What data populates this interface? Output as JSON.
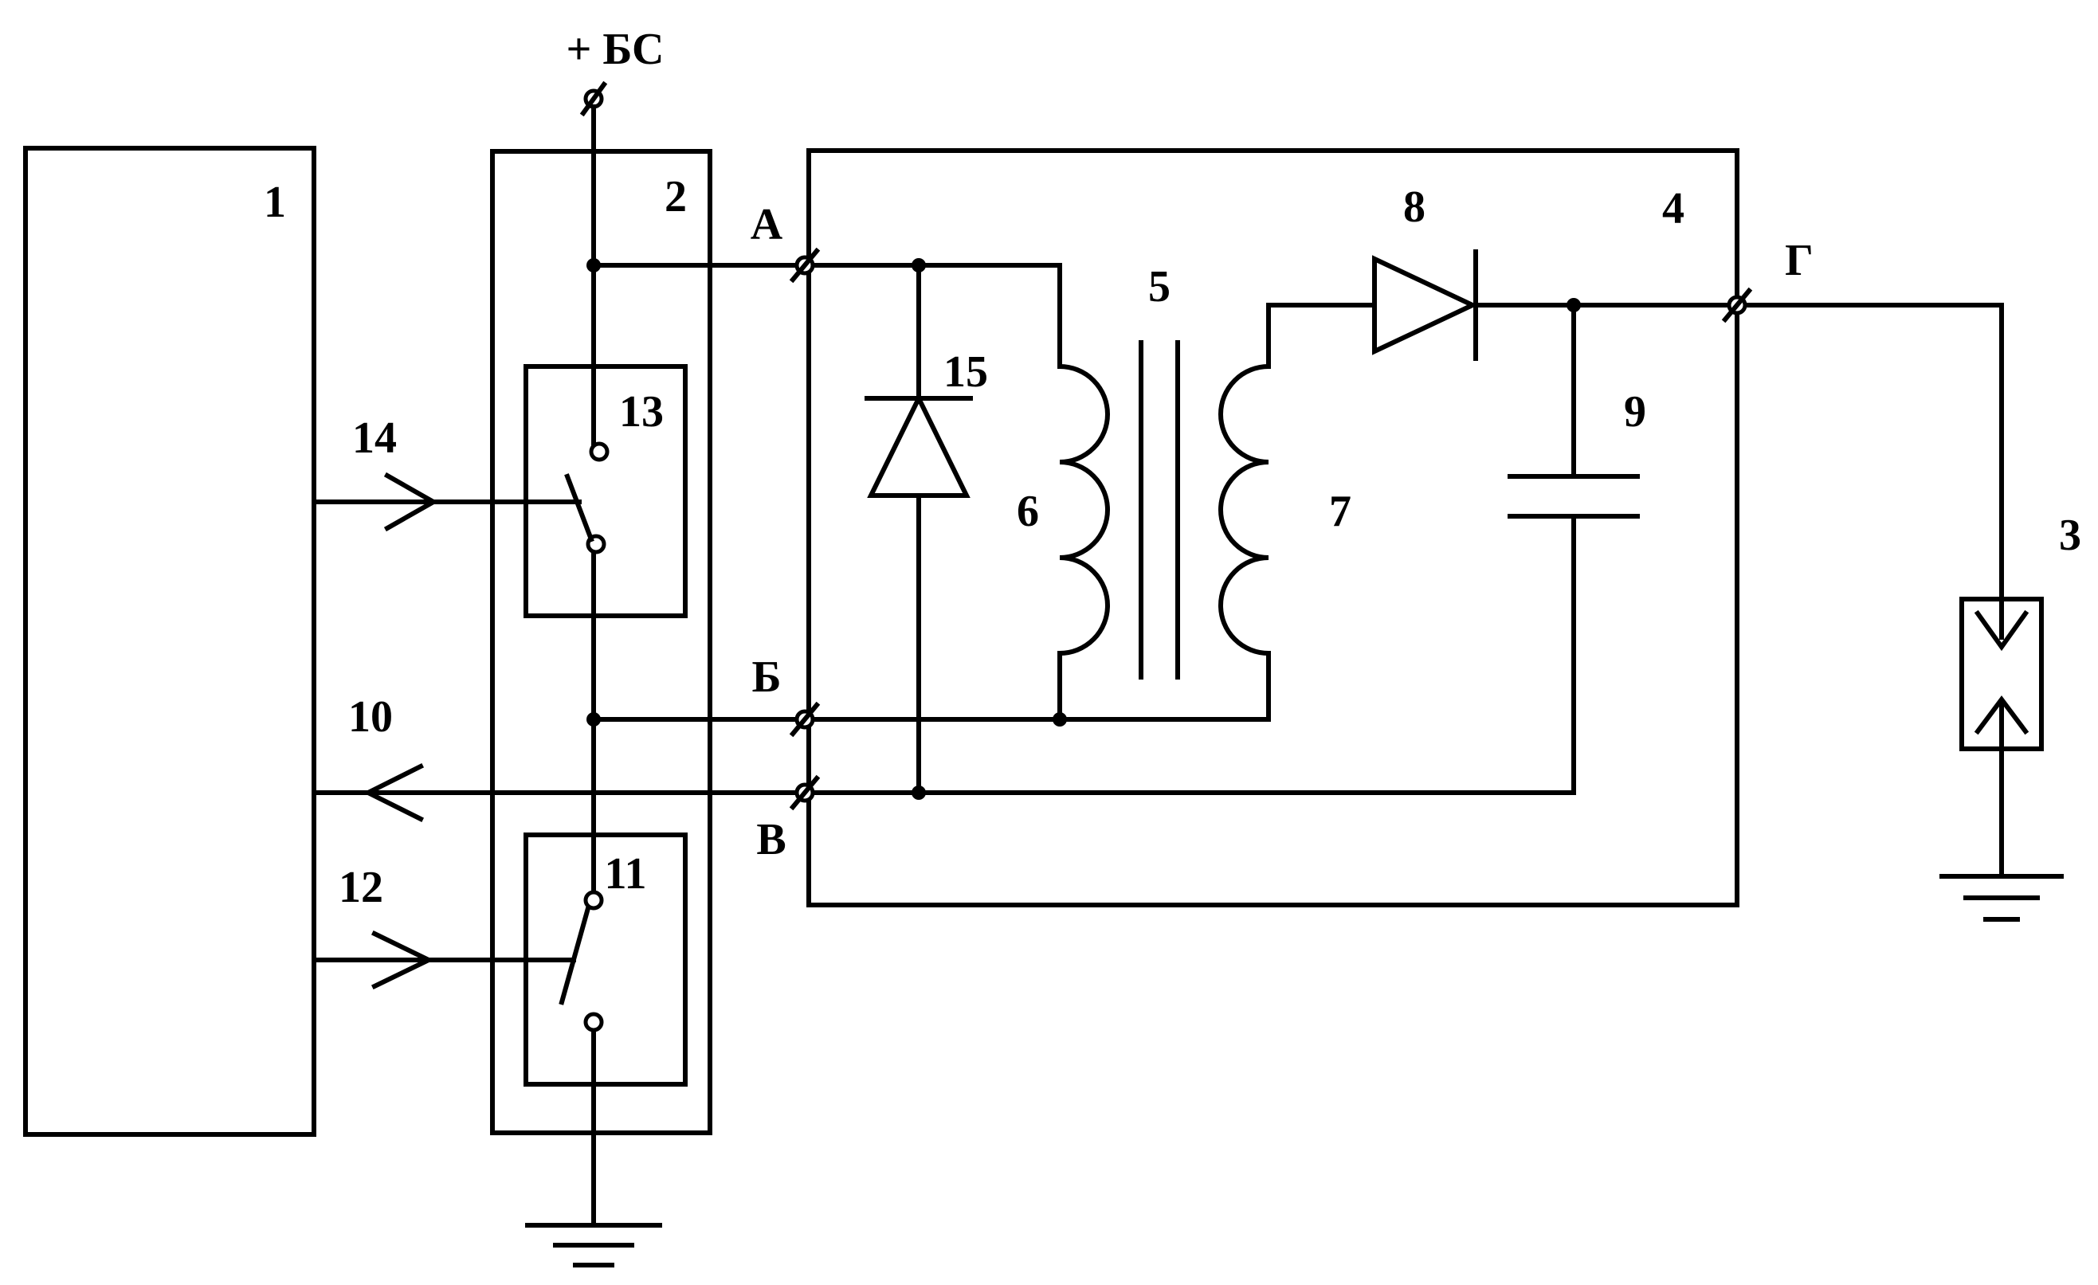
{
  "labels": {
    "supply": "+ БС",
    "block1": "1",
    "block2": "2",
    "block3": "3",
    "block4": "4",
    "transformer": "5",
    "primary_winding": "6",
    "secondary_winding": "7",
    "diode8": "8",
    "capacitor": "9",
    "line10": "10",
    "switch11": "11",
    "line12": "12",
    "switch13": "13",
    "line14": "14",
    "diode15": "15",
    "terminal_a": "А",
    "terminal_b": "Б",
    "terminal_v": "В",
    "terminal_g": "Г"
  },
  "colors": {
    "line": "#000000",
    "background": "#ffffff"
  }
}
